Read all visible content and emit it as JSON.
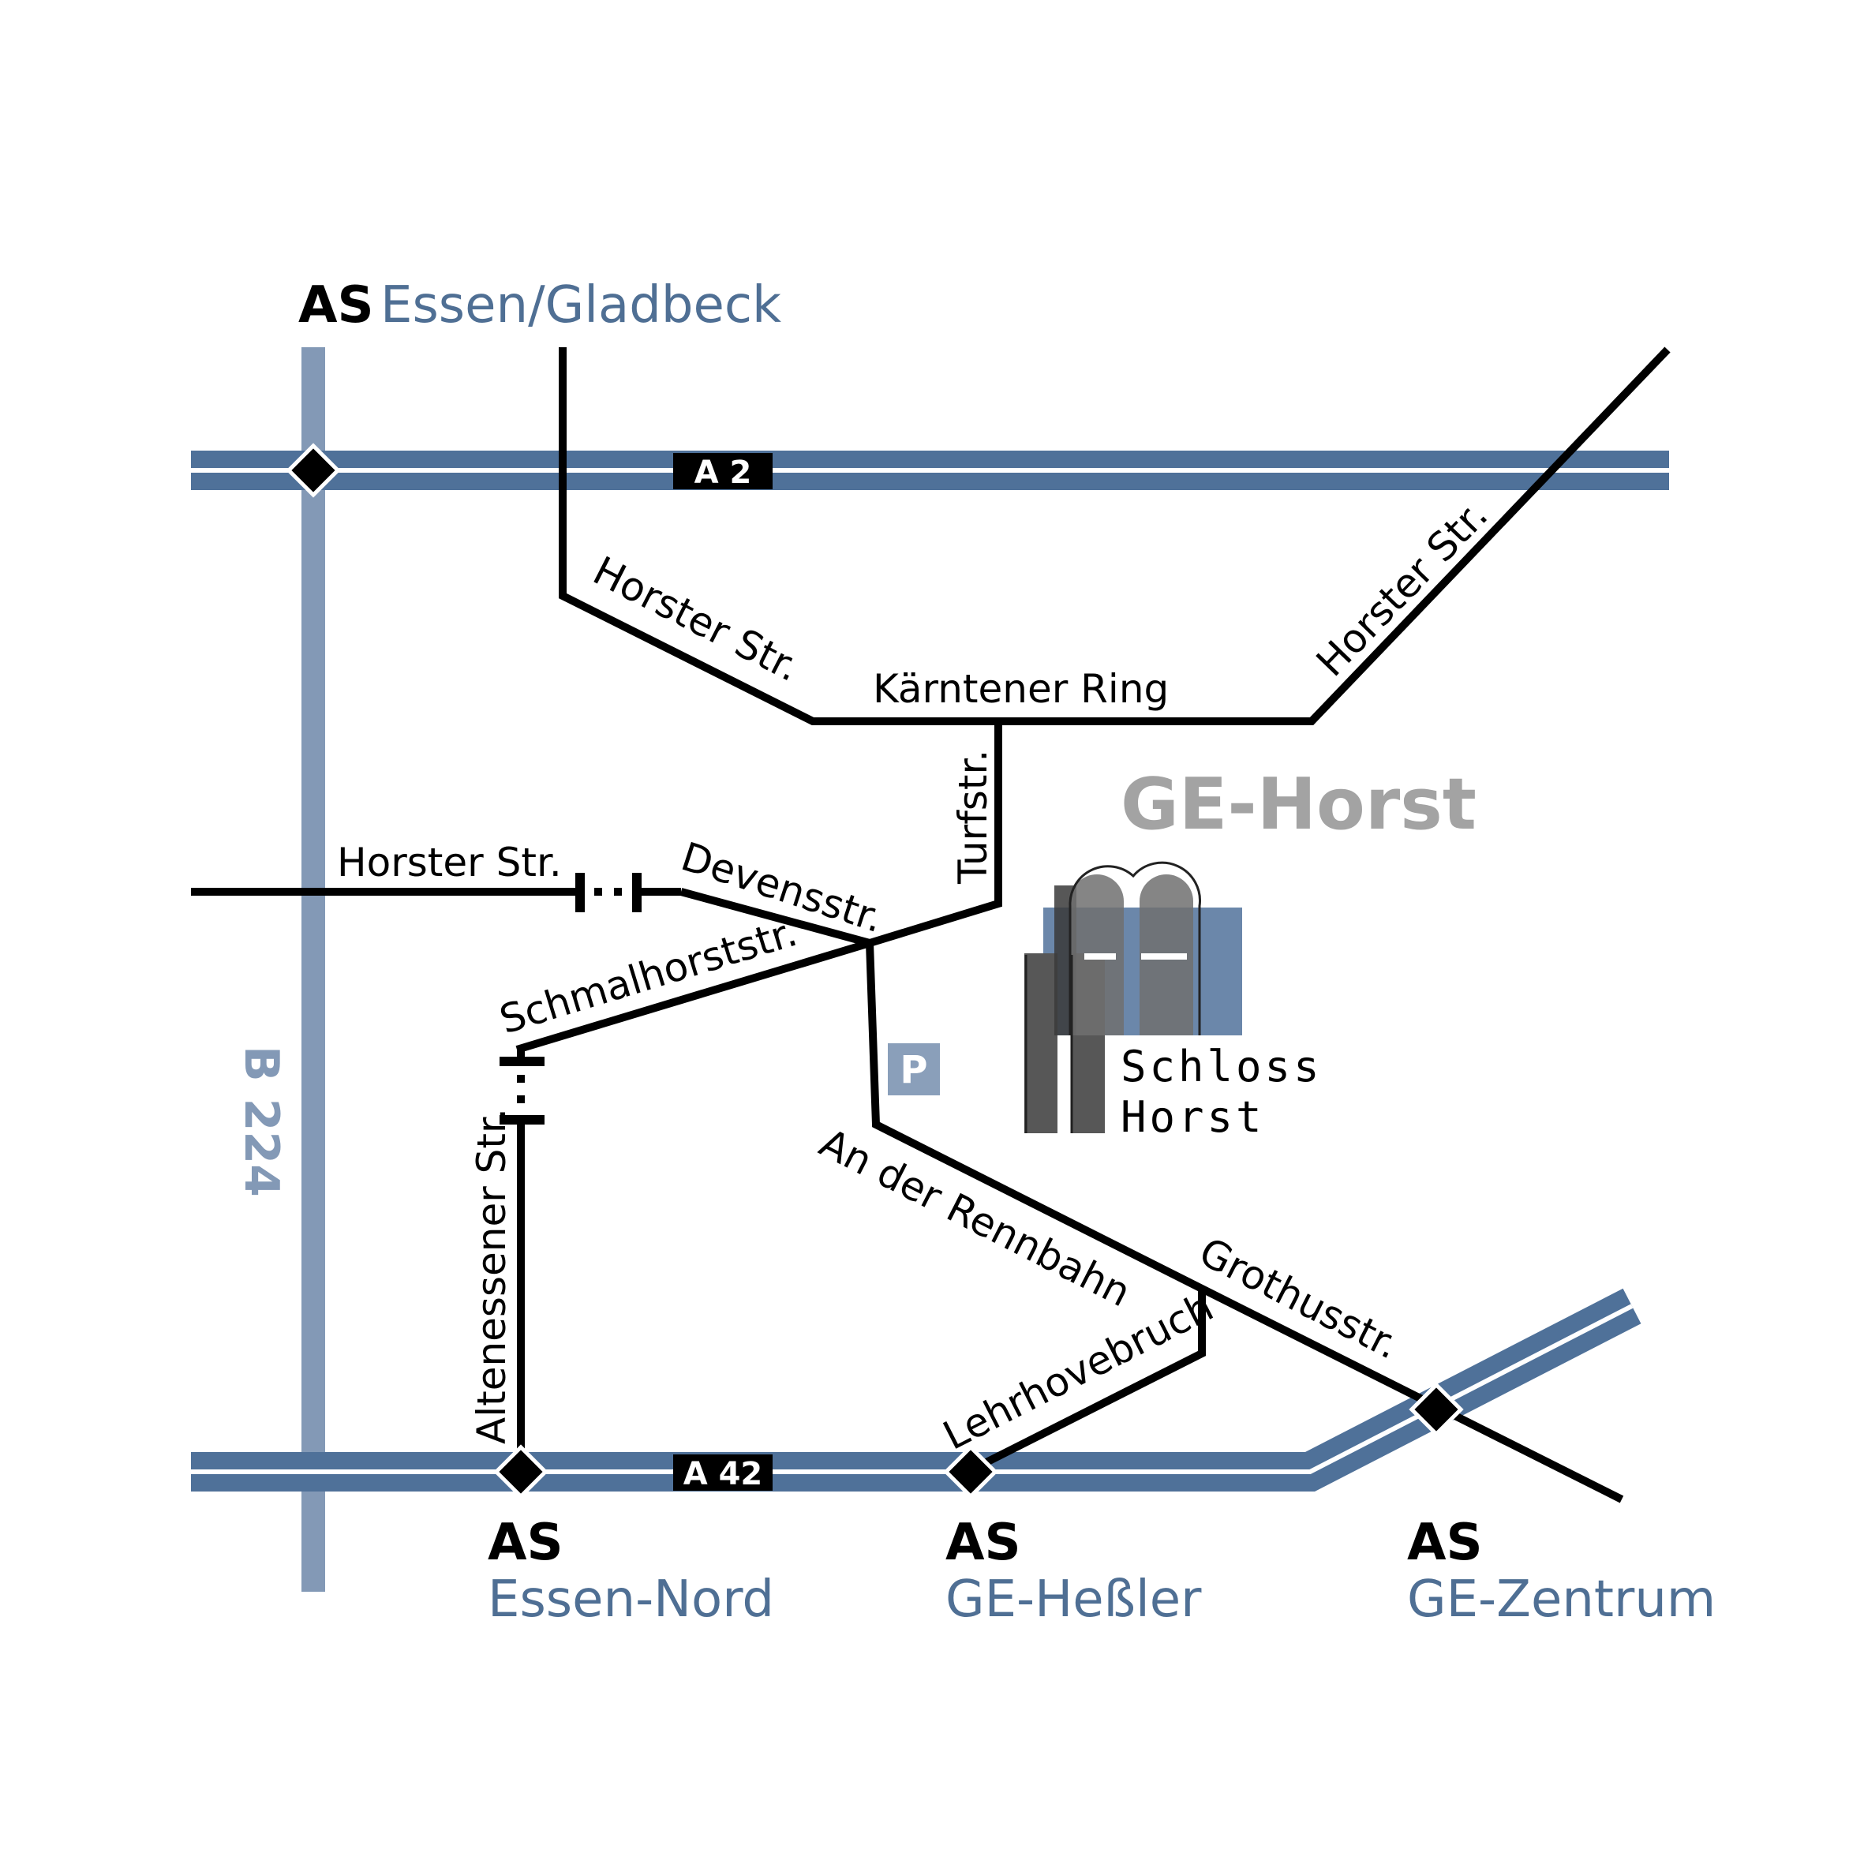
{
  "map": {
    "district": "GE-Horst",
    "poi": {
      "line1": "Schloss",
      "line2": "Horst",
      "parking": "P"
    },
    "highways": {
      "a2": "A 2",
      "a42": "A 42",
      "b224": "B 224"
    },
    "junctions": {
      "essen_gladbeck": {
        "as": "AS",
        "name": "Essen/Gladbeck"
      },
      "essen_nord": {
        "as": "AS",
        "name": "Essen-Nord"
      },
      "ge_hessler": {
        "as": "AS",
        "name": "GE-Heßler"
      },
      "ge_zentrum": {
        "as": "AS",
        "name": "GE-Zentrum"
      }
    },
    "streets": {
      "horster_nw": "Horster Str.",
      "horster_ne": "Horster Str.",
      "horster_w": "Horster Str.",
      "kaerntener": "Kärntener Ring",
      "turfstr": "Turfstr.",
      "devensstr": "Devensstr.",
      "schmalhorststr": "Schmalhorststr.",
      "altenessener": "Altenessener Str.",
      "rennbahn": "An der Rennbahn",
      "grothusstr": "Grothusstr.",
      "lehrhovebruch": "Lehrhovebruch"
    },
    "colors": {
      "motorway": "#4f7199",
      "federal_road": "#8399b6",
      "road": "#000000",
      "district_text": "#a3a3a3",
      "junction_name": "#4f6f94",
      "poi_blue": "#5b7ba1"
    }
  }
}
